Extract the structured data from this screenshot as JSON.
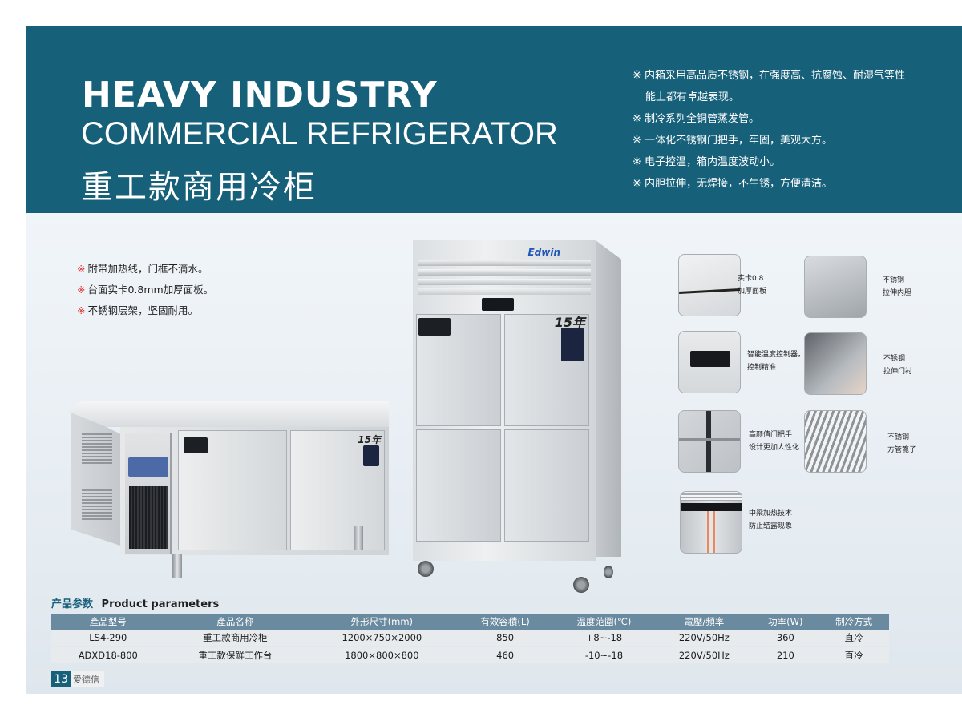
{
  "header": {
    "title_line1": "HEAVY INDUSTRY",
    "title_line2": "COMMERCIAL REFRIGERATOR",
    "title_cn": "重工款商用冷柜",
    "features": [
      {
        "mark": "※",
        "text": "内箱采用高品质不锈钢，在强度高、抗腐蚀、耐湿气等性"
      },
      {
        "mark": "",
        "text": "能上都有卓越表现。"
      },
      {
        "mark": "※",
        "text": "制冷系列全铜管蒸发管。"
      },
      {
        "mark": "※",
        "text": "一体化不锈钢门把手，牢固，美观大方。"
      },
      {
        "mark": "※",
        "text": "电子控温，箱内温度波动小。"
      },
      {
        "mark": "※",
        "text": "内胆拉伸，无焊接，不生锈，方便清洁。"
      }
    ]
  },
  "workbench_features": [
    {
      "mark": "※",
      "text": "附带加热线，门框不滴水。"
    },
    {
      "mark": "※",
      "text": "台面实卡0.8mm加厚面板。"
    },
    {
      "mark": "※",
      "text": "不锈钢层架，坚固耐用。"
    }
  ],
  "products": {
    "fridge_brand": "Edwin",
    "warranty_badge": "15年",
    "workbench_badge": "15年"
  },
  "details": [
    {
      "line1": "实卡0.8",
      "line2": "加厚面板",
      "image": "thick-panel"
    },
    {
      "line1": "不锈钢",
      "line2": "拉伸内胆",
      "image": "stainless-liner"
    },
    {
      "line1": "智能温度控制器，",
      "line2": "控制精准",
      "image": "temperature-controller"
    },
    {
      "line1": "不锈钢",
      "line2": "拉伸门衬",
      "image": "door-gasket"
    },
    {
      "line1": "高颜值门把手",
      "line2": "设计更加人性化",
      "image": "door-handle"
    },
    {
      "line1": "不锈钢",
      "line2": "方管篦子",
      "image": "wire-shelf"
    },
    {
      "line1": "中梁加热技术",
      "line2": "防止结露现象",
      "image": "beam-heating"
    }
  ],
  "params": {
    "title_cn": "产品参数",
    "title_en": "Product parameters",
    "headers": [
      "產品型号",
      "產品名称",
      "外形尺寸(mm)",
      "有效容積(L)",
      "温度范圍(℃)",
      "電壓/頻率",
      "功率(W)",
      "制冷方式"
    ],
    "rows": [
      [
        "LS4-290",
        "重工款商用冷柜",
        "1200×750×2000",
        "850",
        "+8~-18",
        "220V/50Hz",
        "360",
        "直冷"
      ],
      [
        "ADXD18-800",
        "重工款保鲜工作台",
        "1800×800×800",
        "460",
        "-10~-18",
        "220V/50Hz",
        "210",
        "直冷"
      ]
    ]
  },
  "footer": {
    "page_number": "13",
    "brand_cn": "爱德信"
  },
  "colors": {
    "header_bg": "#17607a",
    "table_header_bg": "#6a8aa0",
    "mark_red": "#e23b3b",
    "brand_blue": "#1f57b5"
  }
}
